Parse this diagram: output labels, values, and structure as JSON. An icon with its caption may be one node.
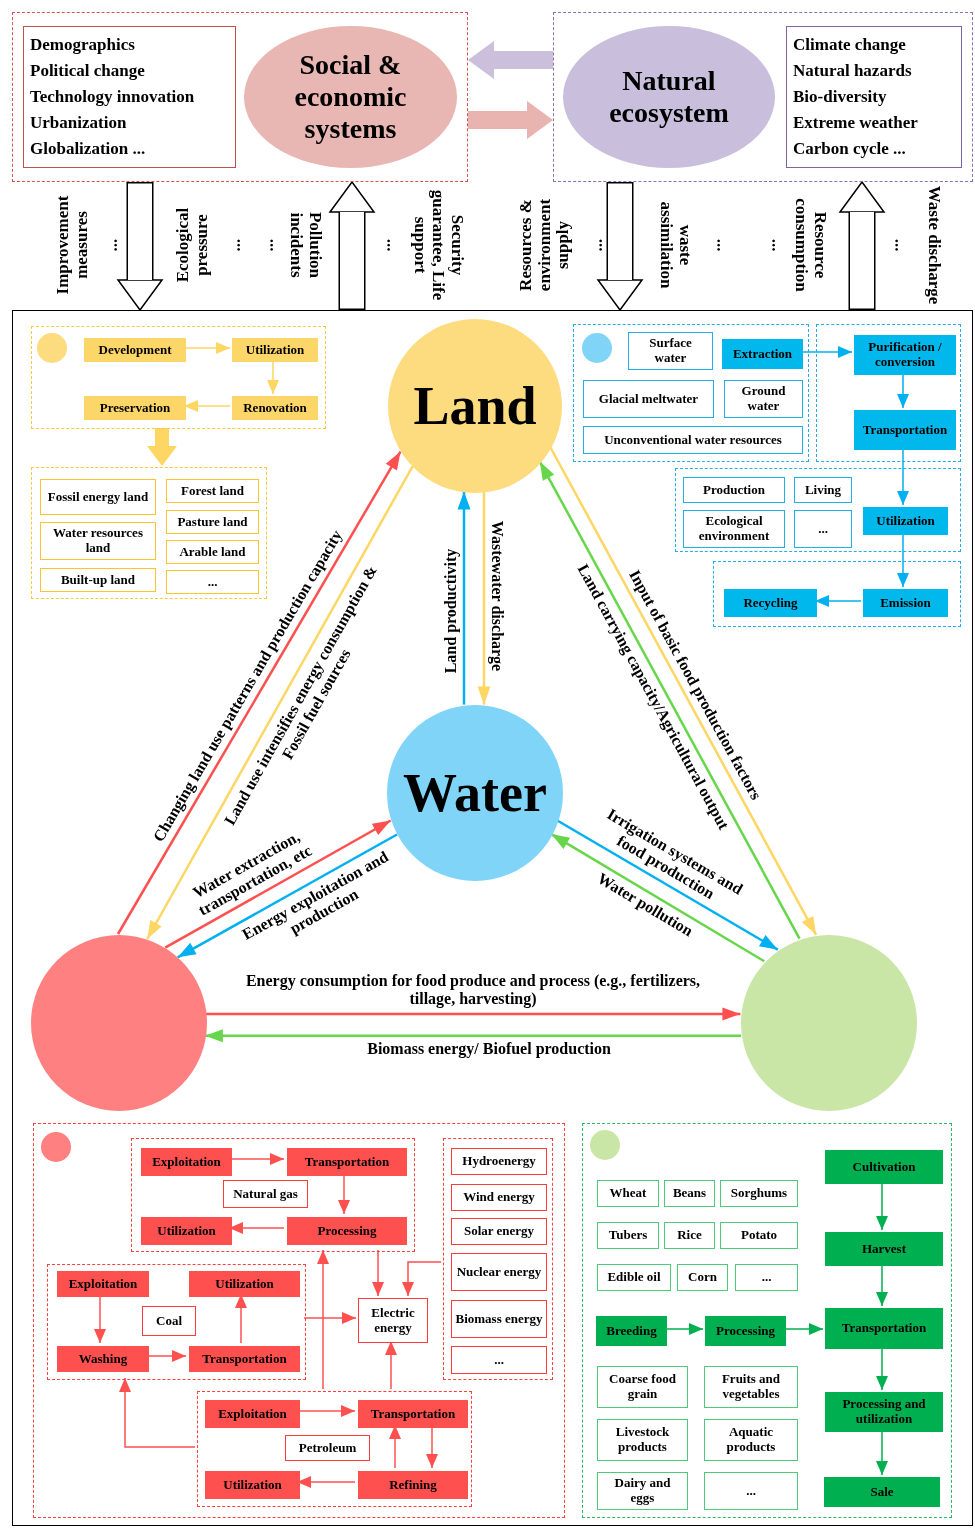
{
  "diagram": {
    "nodes": [
      {
        "text": [],
        "shape": "box"
      },
      {
        "text": [
          "Demographics",
          "Political change",
          "Technology innovation",
          "Urbanization",
          "Globalization ..."
        ],
        "in": 0
      },
      {
        "text": [
          "Social & economic systems"
        ],
        "in": 0
      },
      {
        "text": [],
        "shape": "box"
      },
      {
        "text": [
          "Natural ecosystem"
        ],
        "in": 3
      },
      {
        "text": [
          "Climate change",
          "Natural hazards",
          "Bio-diversity",
          "Extreme weather",
          "Carbon cycle ..."
        ],
        "in": 3
      },
      {
        "text": [],
        "shape": "box"
      },
      {
        "text": [],
        "shape": "box",
        "in": 6
      },
      {
        "text": [
          "Development"
        ],
        "in": 7
      },
      {
        "text": [
          "Utilization"
        ],
        "in": 7
      },
      {
        "text": [
          "Preservation"
        ],
        "in": 7
      },
      {
        "text": [
          "Renovation"
        ],
        "in": 7
      },
      {
        "text": [],
        "shape": "box",
        "in": 6
      },
      {
        "text": [
          "Fossil energy land"
        ],
        "in": 12
      },
      {
        "text": [
          "Forest land"
        ],
        "in": 12
      },
      {
        "text": [
          "Pasture land"
        ],
        "in": 12
      },
      {
        "text": [
          "Water resources land"
        ],
        "in": 12
      },
      {
        "text": [
          "Arable land"
        ],
        "in": 12
      },
      {
        "text": [
          "Built-up land"
        ],
        "in": 12
      },
      {
        "text": [
          "..."
        ],
        "in": 12
      },
      {
        "text": [
          "Land"
        ],
        "in": 6
      },
      {
        "text": [],
        "shape": "box",
        "in": 6
      },
      {
        "text": [
          "Surface water"
        ],
        "in": 21
      },
      {
        "text": [
          "Extraction"
        ],
        "in": 21
      },
      {
        "text": [
          "Glacial meltwater"
        ],
        "in": 21
      },
      {
        "text": [
          "Ground water"
        ],
        "in": 21
      },
      {
        "text": [
          "Unconventional water resources"
        ],
        "in": 21
      },
      {
        "text": [],
        "shape": "box",
        "in": 6
      },
      {
        "text": [
          "Purification / conversion"
        ],
        "in": 27
      },
      {
        "text": [
          "Transportation"
        ],
        "in": 27
      },
      {
        "text": [],
        "shape": "box",
        "in": 6
      },
      {
        "text": [
          "Production"
        ],
        "in": 30
      },
      {
        "text": [
          "Living"
        ],
        "in": 30
      },
      {
        "text": [
          "Ecological environment"
        ],
        "in": 30
      },
      {
        "text": [
          "..."
        ],
        "in": 30
      },
      {
        "text": [
          "Utilization"
        ],
        "in": 30
      },
      {
        "text": [],
        "shape": "box",
        "in": 6
      },
      {
        "text": [
          "Recycling"
        ],
        "in": 36
      },
      {
        "text": [
          "Emission"
        ],
        "in": 36
      },
      {
        "text": [
          "Water"
        ],
        "in": 6
      },
      {
        "text": [],
        "shape": "circle",
        "in": 6
      },
      {
        "text": [],
        "shape": "circle",
        "in": 6
      },
      {
        "text": [],
        "shape": "box",
        "in": 6
      },
      {
        "text": [],
        "shape": "box",
        "in": 42
      },
      {
        "text": [
          "Exploitation"
        ],
        "in": 43
      },
      {
        "text": [
          "Transportation"
        ],
        "in": 43
      },
      {
        "text": [
          "Natural gas"
        ],
        "in": 43
      },
      {
        "text": [
          "Utilization"
        ],
        "in": 43
      },
      {
        "text": [
          "Processing"
        ],
        "in": 43
      },
      {
        "text": [],
        "shape": "box",
        "in": 42
      },
      {
        "text": [
          "Exploitation"
        ],
        "in": 49
      },
      {
        "text": [
          "Utilization"
        ],
        "in": 49
      },
      {
        "text": [
          "Coal"
        ],
        "in": 49
      },
      {
        "text": [
          "Washing"
        ],
        "in": 49
      },
      {
        "text": [
          "Transportation"
        ],
        "in": 49
      },
      {
        "text": [
          "Electric energy"
        ],
        "in": 42
      },
      {
        "text": [],
        "shape": "box",
        "in": 42
      },
      {
        "text": [
          "Hydroenergy"
        ],
        "in": 56
      },
      {
        "text": [
          "Wind energy"
        ],
        "in": 56
      },
      {
        "text": [
          "Solar energy"
        ],
        "in": 56
      },
      {
        "text": [
          "Nuclear energy"
        ],
        "in": 56
      },
      {
        "text": [
          "Biomass energy"
        ],
        "in": 56
      },
      {
        "text": [
          "..."
        ],
        "in": 56
      },
      {
        "text": [],
        "shape": "box",
        "in": 42
      },
      {
        "text": [
          "Exploitation"
        ],
        "in": 63
      },
      {
        "text": [
          "Transportation"
        ],
        "in": 63
      },
      {
        "text": [
          "Petroleum"
        ],
        "in": 63
      },
      {
        "text": [
          "Utilization"
        ],
        "in": 63
      },
      {
        "text": [
          "Refining"
        ],
        "in": 63
      },
      {
        "text": [],
        "shape": "box",
        "in": 6
      },
      {
        "text": [
          "Cultivation"
        ],
        "in": 69
      },
      {
        "text": [
          "Wheat"
        ],
        "in": 69
      },
      {
        "text": [
          "Beans"
        ],
        "in": 69
      },
      {
        "text": [
          "Sorghums"
        ],
        "in": 69
      },
      {
        "text": [
          "Harvest"
        ],
        "in": 69
      },
      {
        "text": [
          "Tubers"
        ],
        "in": 69
      },
      {
        "text": [
          "Rice"
        ],
        "in": 69
      },
      {
        "text": [
          "Potato"
        ],
        "in": 69
      },
      {
        "text": [
          "Edible oil"
        ],
        "in": 69
      },
      {
        "text": [
          "Corn"
        ],
        "in": 69
      },
      {
        "text": [
          "..."
        ],
        "in": 69
      },
      {
        "text": [
          "Breeding"
        ],
        "in": 69
      },
      {
        "text": [
          "Processing"
        ],
        "in": 69
      },
      {
        "text": [
          "Transportation"
        ],
        "in": 69
      },
      {
        "text": [
          "Coarse food grain"
        ],
        "in": 69
      },
      {
        "text": [
          "Fruits and vegetables"
        ],
        "in": 69
      },
      {
        "text": [
          "Processing and utilization"
        ],
        "in": 69
      },
      {
        "text": [
          "Livestock products"
        ],
        "in": 69
      },
      {
        "text": [
          "Aquatic products"
        ],
        "in": 69
      },
      {
        "text": [
          "Dairy and eggs"
        ],
        "in": 69
      },
      {
        "text": [
          "..."
        ],
        "in": 69
      },
      {
        "text": [
          "Sale"
        ],
        "in": 69
      }
    ],
    "edges": [
      {
        "from": 3,
        "to": 0,
        "arrow": "to",
        "style": "thick",
        "color": "#cbbfdc"
      },
      {
        "from": 0,
        "to": 3,
        "arrow": "to",
        "style": "thick",
        "color": "#e9b3b0"
      },
      {
        "from": 0,
        "to": 6,
        "arrow": "to",
        "style": "thick",
        "color": "#000000"
      },
      {
        "from": 6,
        "to": 0,
        "arrow": "to",
        "style": "thick",
        "color": "#000000"
      },
      {
        "from": 3,
        "to": 6,
        "arrow": "to",
        "style": "thick",
        "color": "#000000"
      },
      {
        "from": 6,
        "to": 3,
        "arrow": "to",
        "style": "thick",
        "color": "#000000"
      },
      {
        "from": 8,
        "to": 9,
        "arrow": "to",
        "color": "#fdd663"
      },
      {
        "from": 9,
        "to": 11,
        "arrow": "to",
        "color": "#fdd663"
      },
      {
        "from": 11,
        "to": 10,
        "arrow": "to",
        "color": "#fdd663"
      },
      {
        "from": 7,
        "to": 12,
        "arrow": "to",
        "style": "thick",
        "color": "#fdd663"
      },
      {
        "from": 23,
        "to": 28,
        "arrow": "to",
        "color": "#00b0f0"
      },
      {
        "from": 28,
        "to": 29,
        "arrow": "to",
        "color": "#00b0f0"
      },
      {
        "from": 29,
        "to": 35,
        "arrow": "to",
        "color": "#00b0f0"
      },
      {
        "from": 35,
        "to": 38,
        "arrow": "to",
        "color": "#00b0f0"
      },
      {
        "from": 38,
        "to": 37,
        "arrow": "to",
        "color": "#00b0f0"
      },
      {
        "from": 40,
        "to": 20,
        "arrow": "to",
        "label": "Changing land use patterns and production capacity"
      },
      {
        "from": 20,
        "to": 40,
        "arrow": "to",
        "label": "Land use intensifies energy consumption & Fossil fuel sources",
        "color": "#fdd663"
      },
      {
        "from": 39,
        "to": 20,
        "arrow": "to",
        "label": "Land productivity",
        "color": "#00b0f0"
      },
      {
        "from": 20,
        "to": 39,
        "arrow": "to",
        "label": "Wastewater discharge",
        "color": "#fdd663"
      },
      {
        "from": 41,
        "to": 20,
        "arrow": "to",
        "label": "Land carrying capacity/Agricultural output",
        "color": "#66d64a"
      },
      {
        "from": 20,
        "to": 41,
        "arrow": "to",
        "label": "Input of basic food production factors",
        "color": "#fdd663"
      },
      {
        "from": 40,
        "to": 39,
        "arrow": "to",
        "label": "Water extraction, transportation, etc"
      },
      {
        "from": 39,
        "to": 40,
        "arrow": "to",
        "label": "Energy exploitation and production",
        "color": "#00b0f0"
      },
      {
        "from": 39,
        "to": 41,
        "arrow": "to",
        "label": "Irrigation systems and food production",
        "color": "#00b0f0"
      },
      {
        "from": 41,
        "to": 39,
        "arrow": "to",
        "label": "Water pollution",
        "color": "#66d64a"
      },
      {
        "from": 40,
        "to": 41,
        "arrow": "to",
        "label": "Energy consumption for food produce and process (e.g., fertilizers, tillage, harvesting)"
      },
      {
        "from": 41,
        "to": 40,
        "arrow": "to",
        "label": "Biomass energy/ Biofuel production",
        "color": "#66d64a"
      },
      {
        "from": 44,
        "to": 45,
        "arrow": "to"
      },
      {
        "from": 45,
        "to": 48,
        "arrow": "to"
      },
      {
        "from": 48,
        "to": 47,
        "arrow": "to"
      },
      {
        "from": 50,
        "to": 53,
        "arrow": "to"
      },
      {
        "from": 53,
        "to": 54,
        "arrow": "to"
      },
      {
        "from": 54,
        "to": 51,
        "arrow": "to"
      },
      {
        "from": 64,
        "to": 65,
        "arrow": "to"
      },
      {
        "from": 65,
        "to": 68,
        "arrow": "to"
      },
      {
        "from": 68,
        "to": 65,
        "arrow": "to"
      },
      {
        "from": 68,
        "to": 67,
        "arrow": "to"
      },
      {
        "from": 43,
        "to": 55,
        "arrow": "to"
      },
      {
        "from": 56,
        "to": 55,
        "arrow": "to"
      },
      {
        "from": 49,
        "to": 55,
        "arrow": "to"
      },
      {
        "from": 63,
        "to": 55,
        "arrow": "to"
      },
      {
        "from": 63,
        "to": 43,
        "arrow": "to"
      },
      {
        "from": 63,
        "to": 49,
        "arrow": "to"
      },
      {
        "from": 70,
        "to": 74,
        "arrow": "to",
        "color": "#00b050"
      },
      {
        "from": 74,
        "to": 83,
        "arrow": "to",
        "color": "#00b050"
      },
      {
        "from": 81,
        "to": 82,
        "arrow": "to",
        "color": "#00b050"
      },
      {
        "from": 82,
        "to": 83,
        "arrow": "to",
        "color": "#00b050"
      },
      {
        "from": 83,
        "to": 86,
        "arrow": "to",
        "color": "#00b050"
      },
      {
        "from": 86,
        "to": 91,
        "arrow": "to",
        "color": "#00b050"
      }
    ],
    "labels": [
      "Improvement measures",
      "...",
      "Ecological pressure",
      "...",
      "...",
      "Pollution incidents",
      "...",
      "Security guarantee, Life support",
      "Resources & environment supply",
      "...",
      "waste assimilation",
      "...",
      "...",
      "Resource consumption",
      "...",
      "Waste discharge"
    ]
  }
}
